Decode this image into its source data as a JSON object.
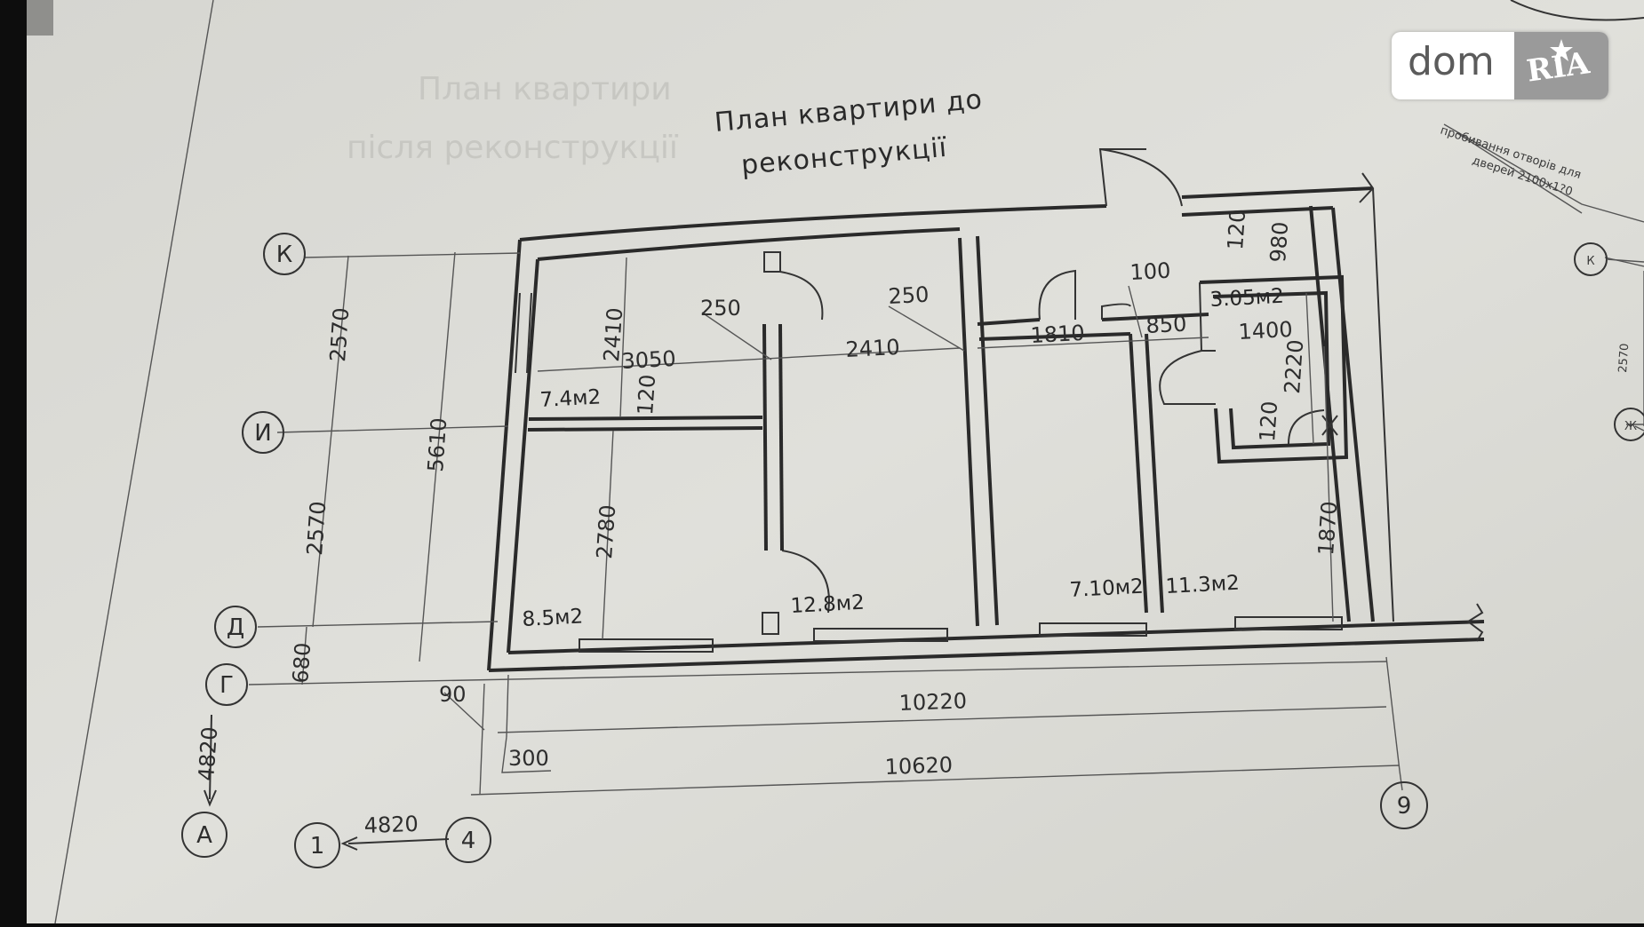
{
  "title": {
    "line1": "План квартири до",
    "line2": "реконструкції"
  },
  "watermark": {
    "left": "dom",
    "right": "RIA",
    "icon": "star-icon"
  },
  "note_top_right": [
    "пробивання отворів для",
    "дверей 2100x1?0"
  ],
  "axes": {
    "rows": [
      "К",
      "И",
      "Д",
      "Г",
      "А"
    ],
    "cols": [
      "1",
      "4",
      "9"
    ],
    "right_margin": [
      "К",
      "Ж"
    ]
  },
  "dimensions": {
    "left_outer_top": "2570",
    "left_outer_bottom": "2570",
    "left_inner": "5610",
    "left_bottom": "680",
    "corner_90": "90",
    "corner_300": "300",
    "a_offset": "4820",
    "col_offset": "4820",
    "room1_height": "2410",
    "room1_width": "3050",
    "wall_120_a": "120",
    "room2_height": "2780",
    "door_250_a": "250",
    "span_2410": "2410",
    "door_250_b": "250",
    "span_1810": "1810",
    "span_850": "850",
    "span_100": "100",
    "top_120": "120",
    "top_980": "980",
    "bath_1400": "1400",
    "bath_2220": "2220",
    "bath_120": "120",
    "right_1870": "1870",
    "total_10220": "10220",
    "total_10620": "10620",
    "right_margin_2570": "2570"
  },
  "rooms": [
    {
      "name": "room-7-4",
      "area": "7.4м2"
    },
    {
      "name": "room-8-5",
      "area": "8.5м2"
    },
    {
      "name": "room-12-8",
      "area": "12.8м2"
    },
    {
      "name": "room-7-10",
      "area": "7.10м2"
    },
    {
      "name": "room-11-3",
      "area": "11.3м2"
    },
    {
      "name": "room-3-05",
      "area": "3.05м2"
    }
  ],
  "colors": {
    "paper": "#dcdcd7",
    "ink": "#2a2a2a",
    "background": "#0d0d0d"
  }
}
